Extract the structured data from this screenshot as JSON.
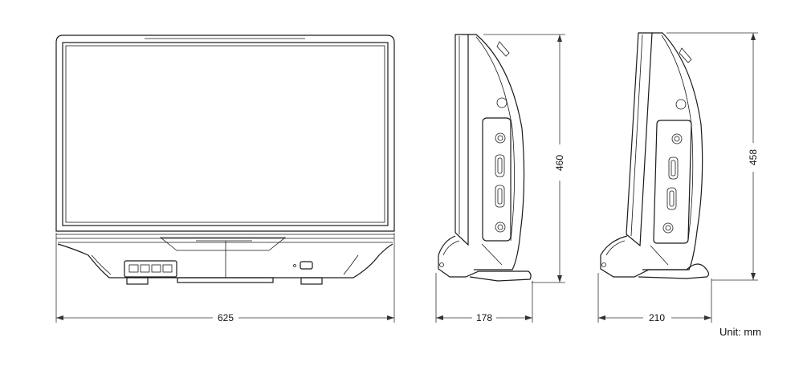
{
  "dimensions": {
    "front_width": "625",
    "side_depth_1": "178",
    "side_height_1": "460",
    "side_depth_2": "210",
    "side_height_2": "458"
  },
  "unit_label": "Unit: mm"
}
